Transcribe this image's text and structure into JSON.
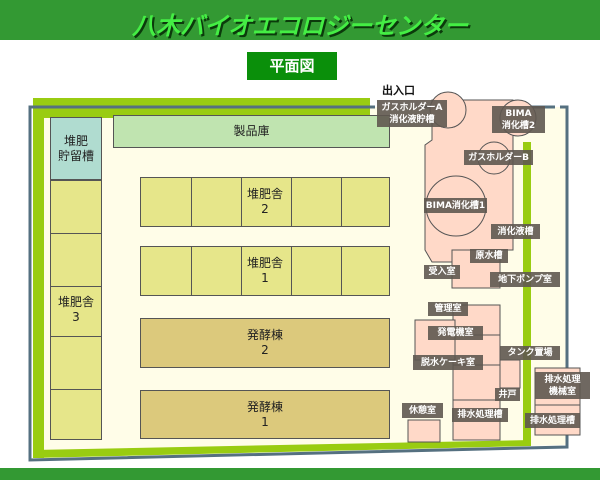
{
  "header": {
    "title": "八木バイオエコロジーセンター"
  },
  "plan_title": "平面図",
  "entrance": "出入口",
  "buildings": {
    "compost_tank": {
      "line1": "堆肥",
      "line2": "貯留槽"
    },
    "compost3": {
      "line1": "堆肥舎",
      "line2": "3"
    },
    "product": "製品庫",
    "compost2": {
      "line1": "堆肥舎",
      "line2": "2"
    },
    "compost1": {
      "line1": "堆肥舎",
      "line2": "1"
    },
    "ferment2": {
      "line1": "発酵棟",
      "line2": "2"
    },
    "ferment1": {
      "line1": "発酵棟",
      "line2": "1"
    }
  },
  "facility_labels": {
    "gas_a": {
      "line1": "ガスホルダーA",
      "line2": "消化液貯槽"
    },
    "bima2": {
      "line1": "BIMA",
      "line2": "消化槽2"
    },
    "gas_b": "ガスホルダーB",
    "bima1": "BIMA消化槽1",
    "digest_liquid": "消化液槽",
    "raw_water": "原水槽",
    "receiving": "受入室",
    "pump": "地下ポンプ室",
    "admin": "管理室",
    "generator": "発電機室",
    "cake": "脱水ケーキ室",
    "tank_yard": "タンク置場",
    "drain_machine": {
      "line1": "排水処理",
      "line2": "機械室"
    },
    "well": "井戸",
    "rest": "休憩室",
    "drain_tank_left": "排水処理槽",
    "drain_tank_right": "排水処理槽"
  },
  "colors": {
    "header": "#339933",
    "title_box": "#0a8f0a",
    "green_strip": "#99cc11",
    "ground": "#fffde8",
    "facility": "#ffd9c8"
  }
}
